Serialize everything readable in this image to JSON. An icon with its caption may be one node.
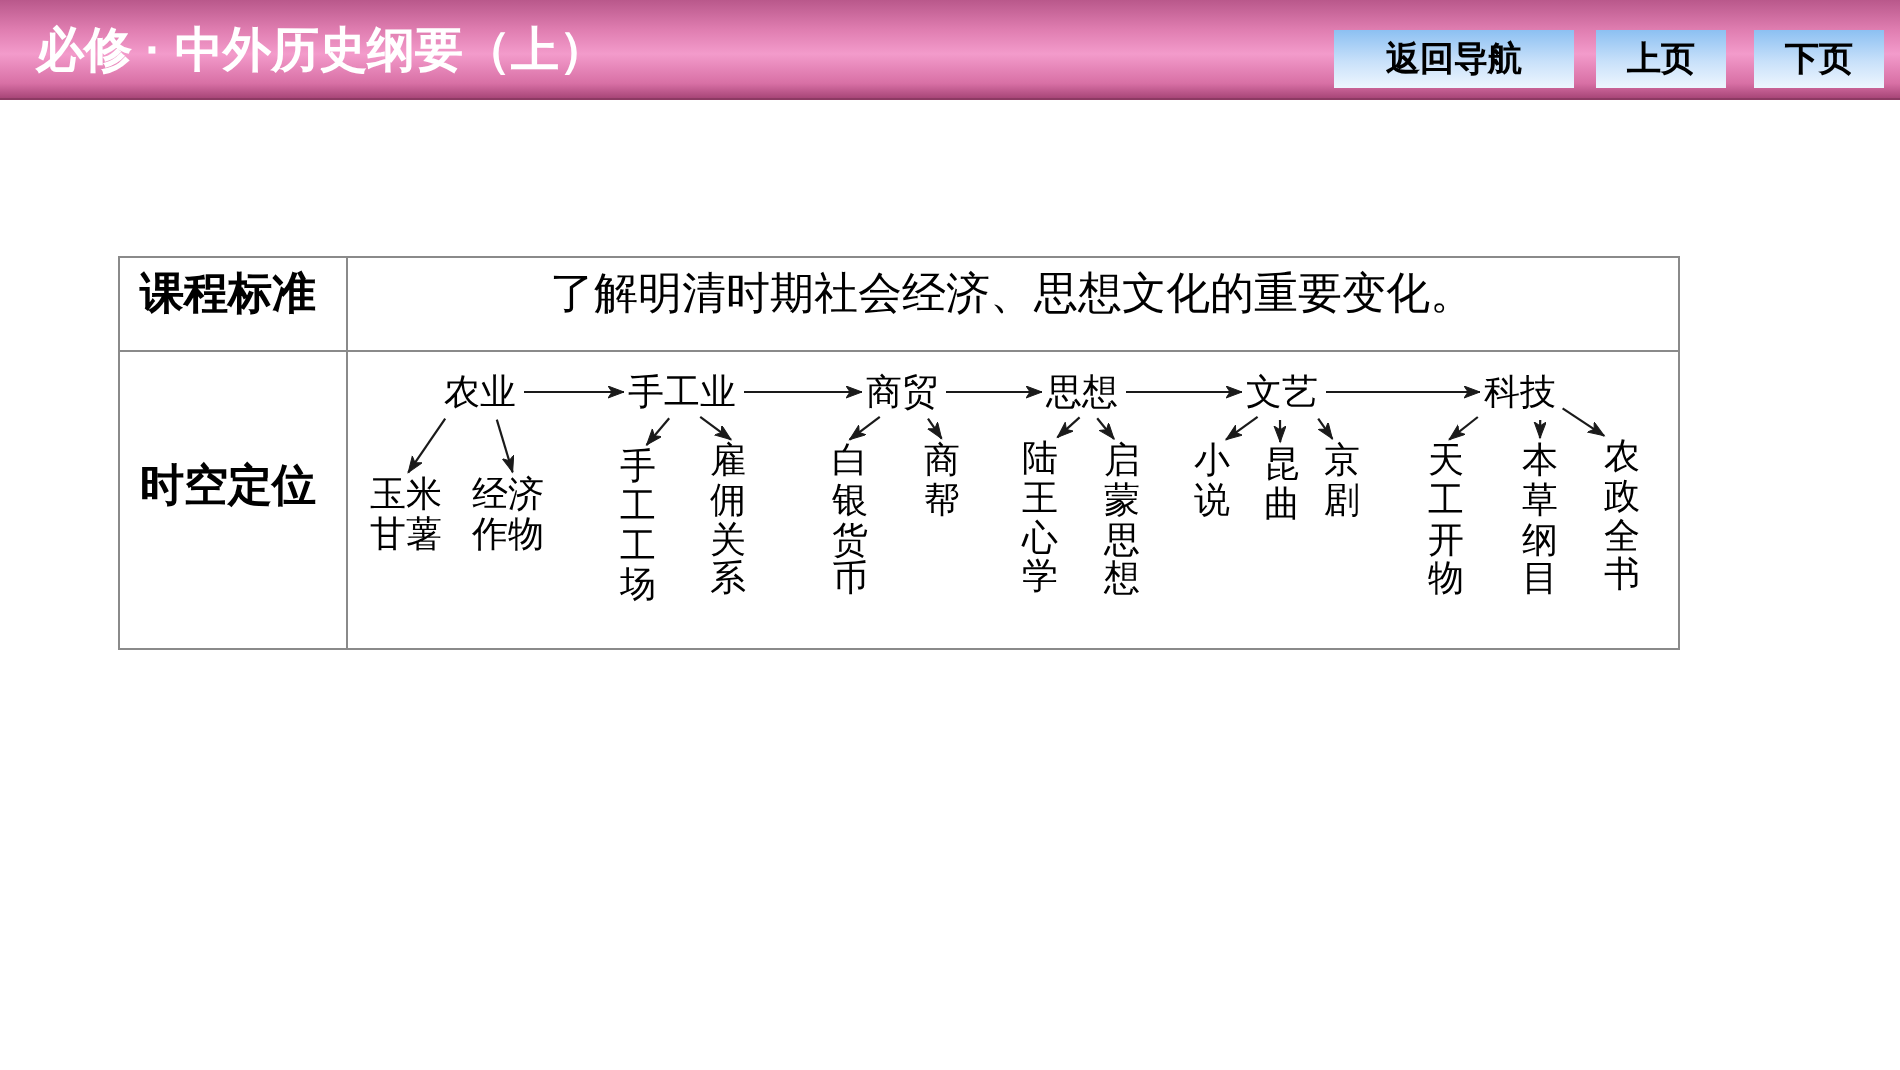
{
  "diagram": {
    "title": "必修 · 中外历史纲要（上）",
    "nodes": [
      {
        "text": [
          "农业"
        ]
      },
      {
        "text": [
          "手工业"
        ]
      },
      {
        "text": [
          "商贸"
        ]
      },
      {
        "text": [
          "思想"
        ]
      },
      {
        "text": [
          "文艺"
        ]
      },
      {
        "text": [
          "科技"
        ]
      },
      {
        "text": [
          "玉米甘薯"
        ]
      },
      {
        "text": [
          "经济作物"
        ]
      },
      {
        "text": [
          "手工工场"
        ]
      },
      {
        "text": [
          "雇佣关系"
        ]
      },
      {
        "text": [
          "白银货币"
        ]
      },
      {
        "text": [
          "商帮"
        ]
      },
      {
        "text": [
          "陆王心学"
        ]
      },
      {
        "text": [
          "启蒙思想"
        ]
      },
      {
        "text": [
          "小说"
        ]
      },
      {
        "text": [
          "昆曲"
        ]
      },
      {
        "text": [
          "京剧"
        ]
      },
      {
        "text": [
          "天工开物"
        ]
      },
      {
        "text": [
          "本草纲目"
        ]
      },
      {
        "text": [
          "农政全书"
        ]
      }
    ],
    "edges": [
      {
        "from": 0,
        "to": 1,
        "arrow": "to"
      },
      {
        "from": 1,
        "to": 2,
        "arrow": "to"
      },
      {
        "from": 2,
        "to": 3,
        "arrow": "to"
      },
      {
        "from": 3,
        "to": 4,
        "arrow": "to"
      },
      {
        "from": 4,
        "to": 5,
        "arrow": "to"
      },
      {
        "from": 0,
        "to": 6,
        "arrow": "to"
      },
      {
        "from": 0,
        "to": 7,
        "arrow": "to"
      },
      {
        "from": 1,
        "to": 8,
        "arrow": "to"
      },
      {
        "from": 1,
        "to": 9,
        "arrow": "to"
      },
      {
        "from": 2,
        "to": 10,
        "arrow": "to"
      },
      {
        "from": 2,
        "to": 11,
        "arrow": "to"
      },
      {
        "from": 3,
        "to": 12,
        "arrow": "to"
      },
      {
        "from": 3,
        "to": 13,
        "arrow": "to"
      },
      {
        "from": 4,
        "to": 14,
        "arrow": "to"
      },
      {
        "from": 4,
        "to": 15,
        "arrow": "to"
      },
      {
        "from": 4,
        "to": 16,
        "arrow": "to"
      },
      {
        "from": 5,
        "to": 17,
        "arrow": "to"
      },
      {
        "from": 5,
        "to": 18,
        "arrow": "to"
      },
      {
        "from": 5,
        "to": 19,
        "arrow": "to"
      }
    ],
    "labels": [
      "返回导航",
      "上页",
      "下页",
      "课程标准",
      "了解明清时期社会经济、思想文化的重要变化。",
      "时空定位"
    ]
  }
}
